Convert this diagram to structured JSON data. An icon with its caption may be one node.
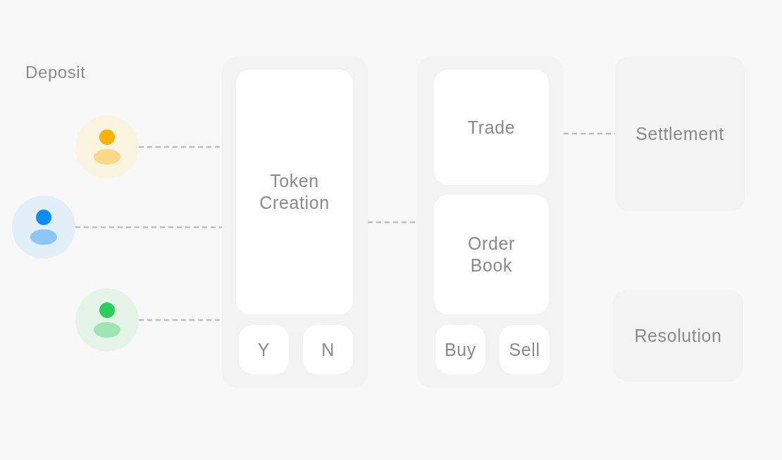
{
  "diagram": {
    "nodes": [
      {
        "text": [],
        "shape": "person"
      },
      {
        "text": [],
        "shape": "person"
      },
      {
        "text": [],
        "shape": "person"
      },
      {
        "text": [],
        "shape": "box"
      },
      {
        "text": [
          "Token Creation"
        ],
        "in": 3
      },
      {
        "text": [
          "Y"
        ],
        "in": 3
      },
      {
        "text": [
          "N"
        ],
        "in": 3
      },
      {
        "text": [],
        "shape": "box"
      },
      {
        "text": [
          "Trade"
        ],
        "in": 7
      },
      {
        "text": [
          "Order Book"
        ],
        "in": 7
      },
      {
        "text": [
          "Buy"
        ],
        "in": 7
      },
      {
        "text": [
          "Sell"
        ],
        "in": 7
      },
      {
        "text": [
          "Settlement"
        ]
      },
      {
        "text": [
          "Resolution"
        ]
      }
    ],
    "edges": [
      {
        "from": 0,
        "to": 3,
        "arrow": "none",
        "style": "dashed"
      },
      {
        "from": 1,
        "to": 3,
        "arrow": "none",
        "style": "dashed"
      },
      {
        "from": 2,
        "to": 3,
        "arrow": "none",
        "style": "dashed"
      },
      {
        "from": 3,
        "to": 7,
        "arrow": "none",
        "style": "dashed"
      },
      {
        "from": 7,
        "to": 12,
        "arrow": "none",
        "style": "dashed"
      }
    ],
    "labels": [
      "Deposit"
    ]
  }
}
